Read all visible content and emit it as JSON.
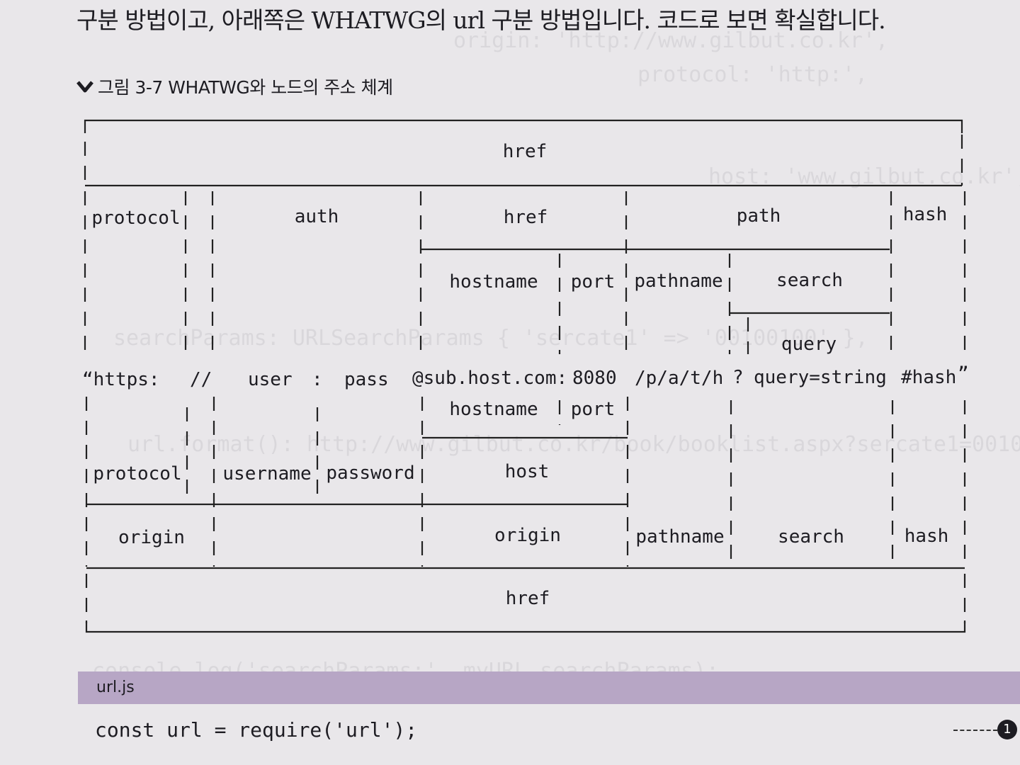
{
  "intro_text": "구분 방법이고, 아래쪽은 WHATWG의 url 구분 방법입니다. 코드로 보면 확실합니다.",
  "figure": {
    "caption": "그림 3-7 WHATWG와 노드의 주소 체계",
    "icon": "chevron-down-icon",
    "node_labels": {
      "href_top": "href",
      "protocol": "protocol",
      "auth": "auth",
      "host": "href",
      "path": "path",
      "hash": "hash",
      "hostname": "hostname",
      "port": "port",
      "pathname": "pathname",
      "search": "search",
      "query": "query"
    },
    "url": {
      "open_quote": "“https:",
      "slashes": "//",
      "user": "user",
      "colon": ":",
      "pass": "pass",
      "at_host": "@sub.host.com:",
      "port": "8080",
      "path": "/p/a/t/h",
      "qmark": "?",
      "query": "query=string",
      "hash": "#hash",
      "close_quote": "”"
    },
    "whatwg_labels": {
      "hostname": "hostname",
      "port": "port",
      "protocol": "protocol",
      "username": "username",
      "password": "password",
      "host": "host",
      "origin_left": "origin",
      "origin_mid": "origin",
      "pathname": "pathname",
      "search": "search",
      "hash": "hash",
      "href_bottom": "href"
    }
  },
  "code": {
    "filename": "url.js",
    "line1": "const url = require('url');",
    "callout_number": "1"
  },
  "colors": {
    "page": "#e9e7ea",
    "ink": "#1d1c22",
    "code_header": "#b7a6c5"
  }
}
